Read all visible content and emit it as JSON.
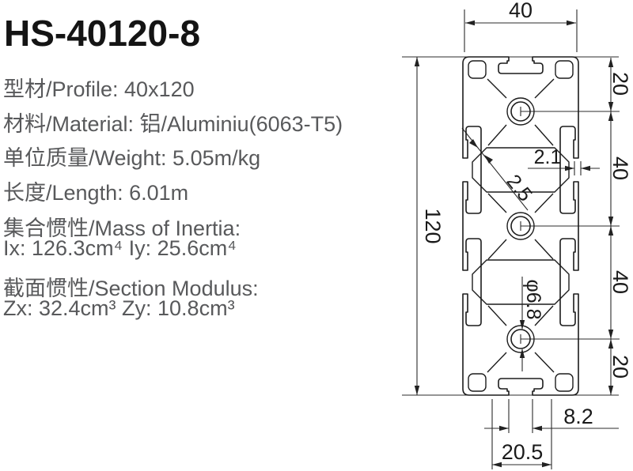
{
  "title": "HS-40120-8",
  "specs": {
    "line1": "型材/Profile:  40x120",
    "line2": "材料/Material:  铝/Aluminiu(6063-T5)",
    "line3": "单位质量/Weight:  5.05m/kg",
    "line4": "长度/Length:  6.01m",
    "inertia_heading": "集合惯性/Mass of Inertia:",
    "inertia_values": "Ix:  126.3cm⁴  Iy:  25.6cm⁴",
    "modulus_heading": "截面惯性/Section Modulus:",
    "modulus_values": "Zx:  32.4cm³ Zy:  10.8cm³"
  },
  "drawing": {
    "dim_width": "40",
    "dim_seg_top": "20",
    "dim_seg_upper_mid": "40",
    "dim_seg_lower_mid": "40",
    "dim_seg_bottom": "20",
    "dim_height": "120",
    "dim_wall": "2.1",
    "dim_diag_wall": "2.5",
    "dim_hole": "φ6.8",
    "dim_slot_opening": "8.2",
    "dim_slot_width": "20.5",
    "line_color": "#1c1c1c",
    "dim_text_color": "#1a1a1a",
    "spec_text_color": "#58595b"
  }
}
